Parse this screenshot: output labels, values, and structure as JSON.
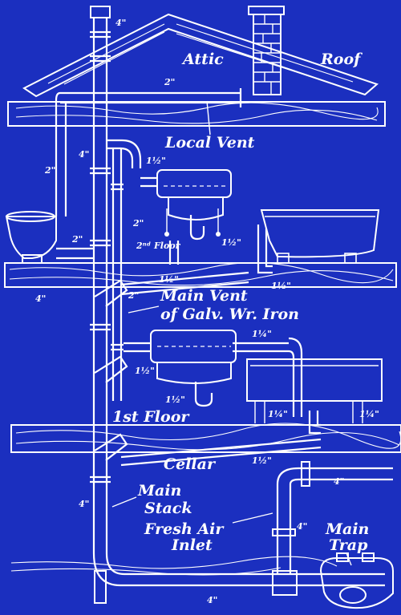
{
  "colors": {
    "background": "#1b2fbf",
    "ink": "#ffffff"
  },
  "labels": {
    "attic": "Attic",
    "roof": "Roof",
    "local_vent": "Local Vent",
    "floor2": "2ⁿᵈ Floor",
    "main_vent_1": "Main Vent",
    "main_vent_2": "of Galv. Wr. Iron",
    "floor1": "1st Floor",
    "cellar": "Cellar",
    "main_stack_1": "Main",
    "main_stack_2": "Stack",
    "fresh_air_1": "Fresh Air",
    "fresh_air_2": "Inlet",
    "main_trap_1": "Main",
    "main_trap_2": "Trap"
  },
  "dimensions": {
    "d4_top": "4\"",
    "d2_attic": "2\"",
    "d4_stack_upper": "4\"",
    "d2_left": "2\"",
    "d1_5_a": "1½\"",
    "d2_mid": "2\"",
    "d2_floor": "2\"",
    "d1_5_b": "1½\"",
    "d4_left_floor": "4\"",
    "d1_5_c": "1½\"",
    "d2_vent": "2\"",
    "d1_5_d": "1½\"",
    "d1_5_e": "1¼\"",
    "d1_5_f": "1½\"",
    "d1_5_g": "1½\"",
    "d1_5_h": "1¼\"",
    "d1_5_i": "1¼\"",
    "d1_5_j": "1½\"",
    "d4_stack": "4\"",
    "d4_right": "4\"",
    "d4_fresh": "4\"",
    "d4_bottom": "4\""
  }
}
